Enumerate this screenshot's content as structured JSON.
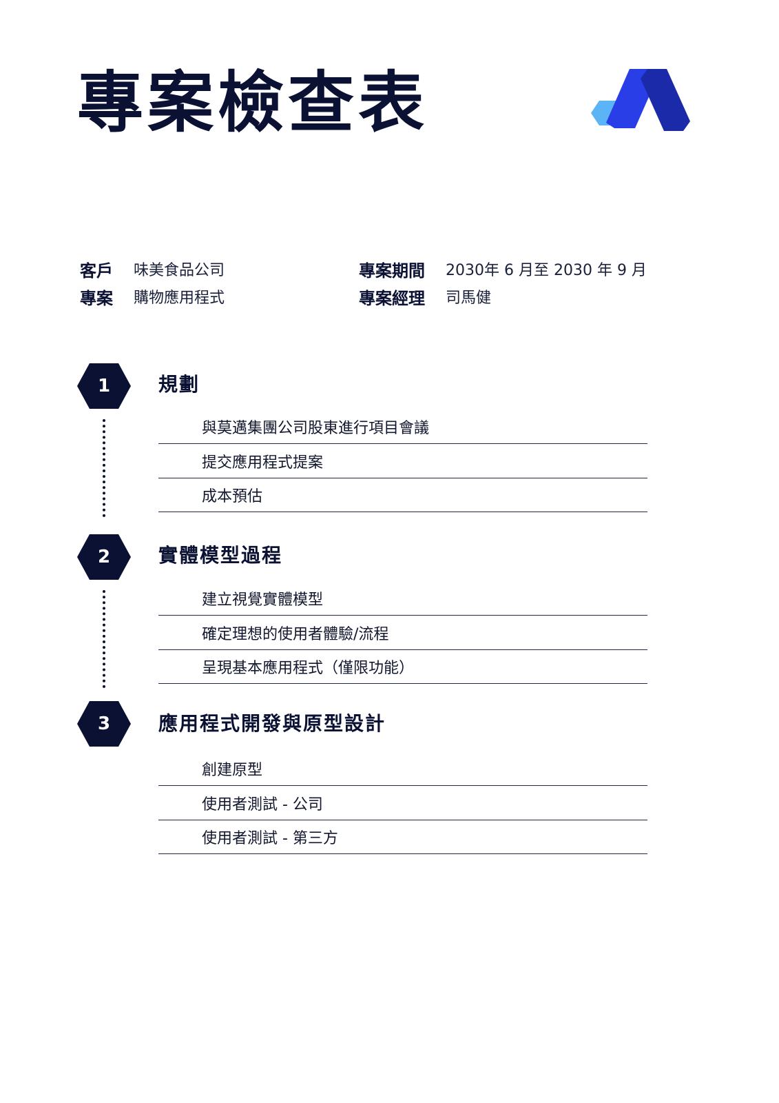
{
  "title": "專案檢查表",
  "colors": {
    "navy": "#0b1133",
    "logo_blue": "#2a3ee8",
    "logo_dark": "#1a2aa8",
    "logo_light": "#5ab4f5"
  },
  "meta": {
    "client_label": "客戶",
    "client_value": "味美食品公司",
    "project_label": "專案",
    "project_value": "購物應用程式",
    "period_label": "專案期間",
    "period_value": "2030年 6 月至 2030 年 9 月",
    "manager_label": "專案經理",
    "manager_value": "司馬健"
  },
  "sections": [
    {
      "number": "1",
      "title": "規劃",
      "tasks": [
        "與莫邁集團公司股東進行項目會議",
        "提交應用程式提案",
        "成本預估"
      ]
    },
    {
      "number": "2",
      "title": "實體模型過程",
      "tasks": [
        "建立視覺實體模型",
        "確定理想的使用者體驗/流程",
        "呈現基本應用程式（僅限功能）"
      ]
    },
    {
      "number": "3",
      "title": "應用程式開發與原型設計",
      "tasks": [
        "創建原型",
        "使用者測試 - 公司",
        "使用者測試 - 第三方"
      ]
    }
  ]
}
